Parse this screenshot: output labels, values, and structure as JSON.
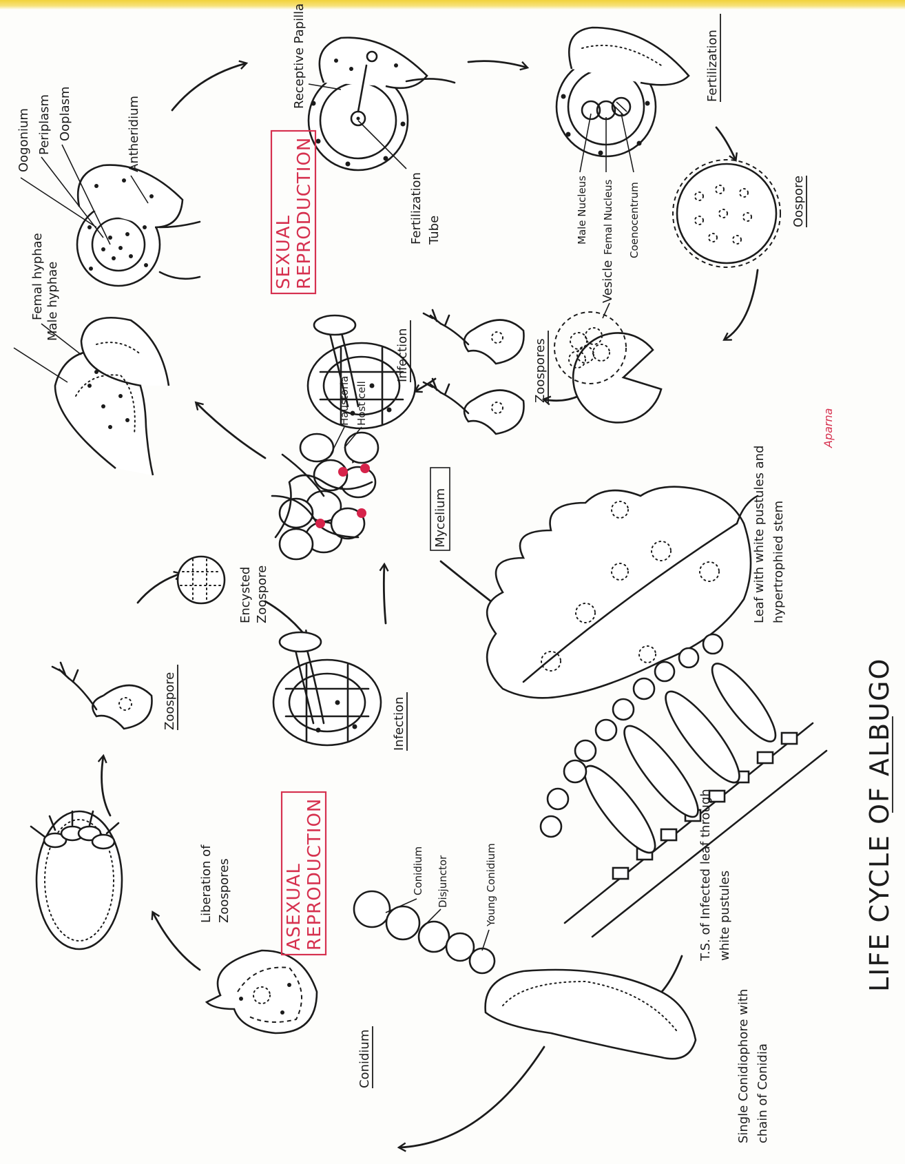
{
  "title": {
    "text": "LIFE CYCLE OF ALBUGO",
    "underlined_word": "ALBUGO"
  },
  "signature": "Aparna",
  "colors": {
    "accent": "#d6314f",
    "haustoria": "#d6234a",
    "ink": "#1b1b1b",
    "paper": "#fdfdfb",
    "top_band": "#f1d23a"
  },
  "headings": {
    "sexual": [
      "SEXUAL",
      "REPRODUCTION"
    ],
    "asexual": [
      "ASEXUAL",
      "REPRODUCTION"
    ]
  },
  "stages": {
    "gametangia_hyphae": {
      "labels": [
        "Femal hyphae",
        "Male hyphae"
      ]
    },
    "oogonium": {
      "labels": [
        "Oogonium",
        "Periplasm",
        "Ooplasm",
        "Antheridium"
      ]
    },
    "receptive_papilla": {
      "labels": [
        "Receptive Papilla"
      ],
      "tube_label": [
        "Fertilization",
        "Tube"
      ]
    },
    "fertilization": {
      "caption": "Fertilization",
      "labels": [
        "Male Nucleus",
        "Femal Nucleus",
        "Coenocentrum"
      ]
    },
    "oospore": {
      "caption": "Oospore"
    },
    "vesicle": {
      "label": "Vesicle"
    },
    "zoospores_released": {
      "caption": "Zoospores"
    },
    "infection_upper": {
      "caption": "Infection"
    },
    "mycelium": {
      "caption": "Mycelium",
      "labels": [
        "Host cell",
        "Haustoria"
      ]
    },
    "leaf": {
      "caption_lines": [
        "Leaf with white pustules and",
        "hypertrophied stem"
      ],
      "underlined": [
        "white pustules",
        "hypertrophied stem"
      ]
    },
    "encysted_zoospore": {
      "caption_lines": [
        "Encysted",
        "Zoospore"
      ]
    },
    "zoospore": {
      "caption": "Zoospore"
    },
    "infection_lower": {
      "caption": "Infection"
    },
    "liberation": {
      "caption_lines": [
        "Liberation of",
        "Zoospores"
      ]
    },
    "conidiophore": {
      "labels": [
        "Conidium",
        "Disjunctor",
        "Young Conidium"
      ],
      "caption_lines": [
        "Single Conidiophore with",
        "chain of Conidia"
      ]
    },
    "conidium": {
      "caption": "Conidium"
    },
    "ts_leaf": {
      "caption_lines": [
        "T.S. of Infected leaf through",
        "white pustules"
      ]
    }
  }
}
